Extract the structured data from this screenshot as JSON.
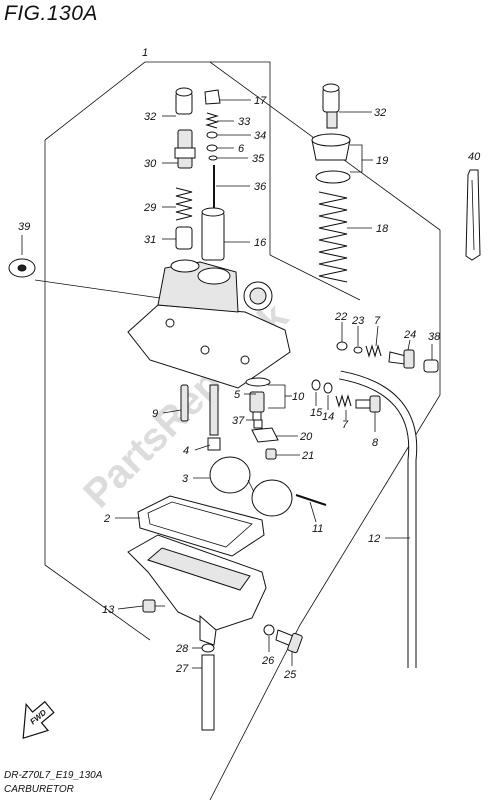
{
  "figure_title": "FIG.130A",
  "footer": {
    "code": "DR-Z70L7_E19_130A",
    "name": "CARBURETOR"
  },
  "watermark": "PartsRepublik",
  "fwd_label": "FWD",
  "callouts": {
    "p1": "1",
    "p2": "2",
    "p3": "3",
    "p4": "4",
    "p5": "5",
    "p6": "6",
    "p7a": "7",
    "p7b": "7",
    "p8": "8",
    "p9": "9",
    "p10": "10",
    "p11": "11",
    "p12": "12",
    "p13": "13",
    "p14": "14",
    "p15": "15",
    "p16": "16",
    "p17": "17",
    "p18": "18",
    "p19": "19",
    "p20": "20",
    "p21": "21",
    "p22": "22",
    "p23": "23",
    "p24": "24",
    "p25": "25",
    "p26": "26",
    "p27": "27",
    "p28": "28",
    "p29": "29",
    "p30": "30",
    "p31": "31",
    "p32a": "32",
    "p32b": "32",
    "p33": "33",
    "p34": "34",
    "p35": "35",
    "p36": "36",
    "p37": "37",
    "p38": "38",
    "p39": "39",
    "p40": "40"
  }
}
